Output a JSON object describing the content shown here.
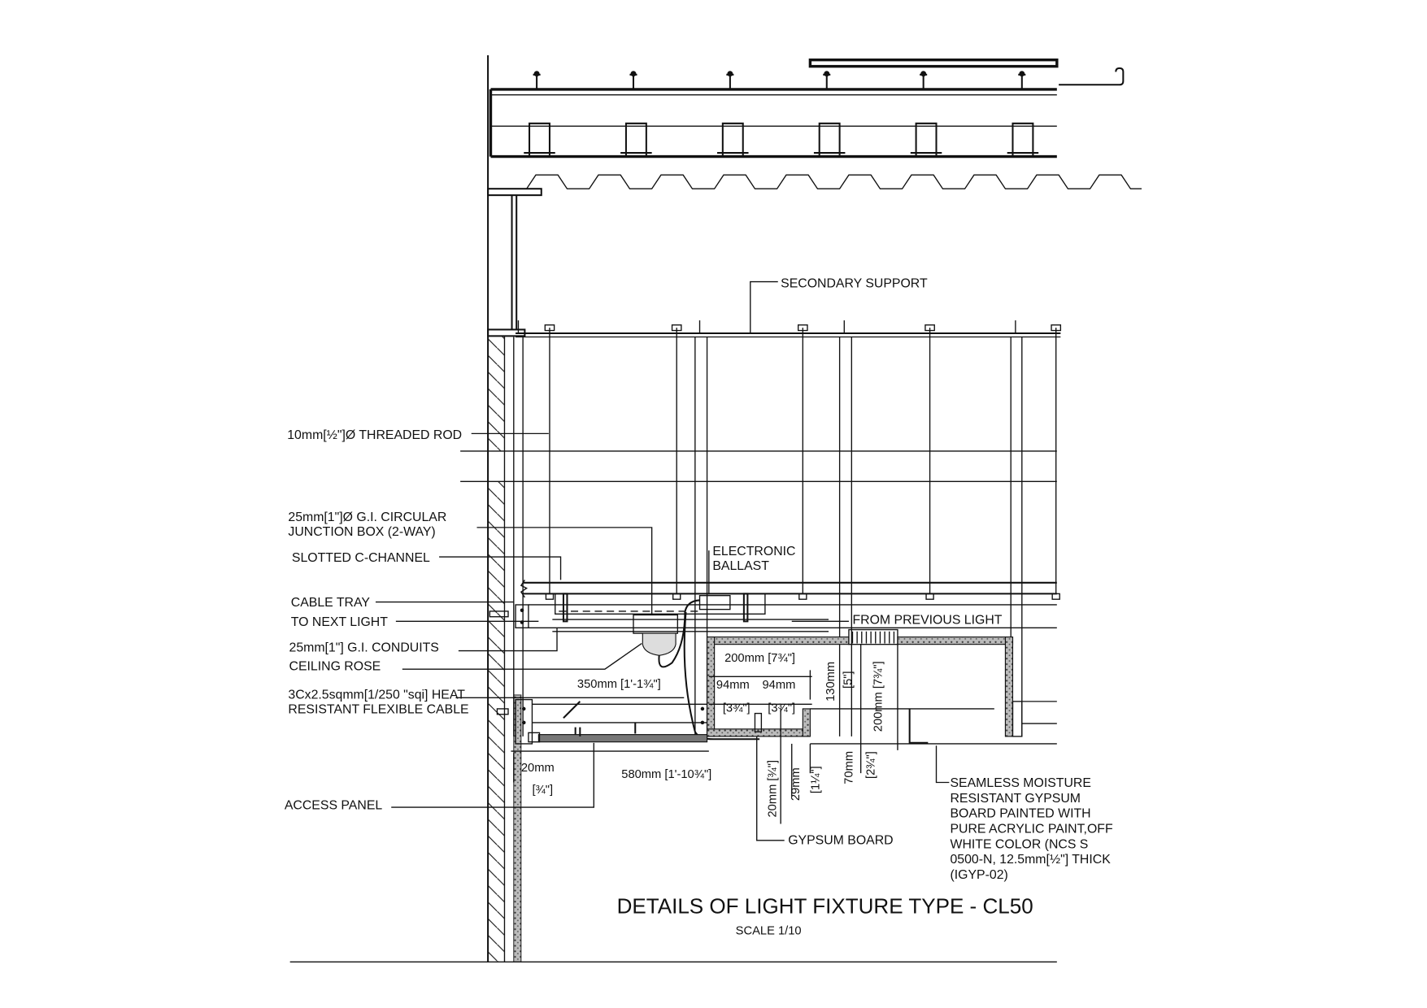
{
  "title": "DETAILS OF LIGHT FIXTURE TYPE - CL50",
  "scale": "SCALE 1/10",
  "labels": {
    "secondary_support": "SECONDARY SUPPORT",
    "threaded_rod": "10mm[½\"]Ø THREADED ROD",
    "junction_box_1": "25mm[1\"]Ø G.I. CIRCULAR",
    "junction_box_2": "JUNCTION BOX (2-WAY)",
    "c_channel": "SLOTTED C-CHANNEL",
    "ballast_1": "ELECTRONIC",
    "ballast_2": "BALLAST",
    "cable_tray": "CABLE TRAY",
    "to_next_light": "TO NEXT LIGHT",
    "from_previous_light": "FROM PREVIOUS LIGHT",
    "conduits": "25mm[1\"] G.I. CONDUITS",
    "ceiling_rose": "CEILING ROSE",
    "cable_1": "3Cx2.5sqmm[1/250 \"sqi] HEAT",
    "cable_2": "RESISTANT FLEXIBLE CABLE",
    "access_panel": "ACCESS PANEL",
    "gypsum_board": "GYPSUM BOARD",
    "seamless": [
      "SEAMLESS MOISTURE",
      "RESISTANT GYPSUM",
      "BOARD PAINTED WITH",
      "PURE ACRYLIC PAINT,OFF",
      "WHITE COLOR (NCS S",
      "0500-N, 12.5mm[½\"] THICK",
      "(IGYP-02)"
    ]
  },
  "dimensions": {
    "d200_top": "200mm [7¾\"]",
    "d94_a": "94mm",
    "d94_b": "94mm",
    "d94_a_in": "[3¾\"]",
    "d94_b_in": "[3¾\"]",
    "d350": "350mm [1'-1¾\"]",
    "d580": "580mm [1'-10¾\"]",
    "d20_left": "20mm",
    "d20_left_in": "[¾\"]",
    "d130": "130mm",
    "d130_in": "[5\"]",
    "d200_v": "200mm [7¾\"]",
    "d20_v": "20mm [¾\"]",
    "d29": "29mm",
    "d29_in": "[1¼\"]",
    "d70": "70mm",
    "d70_in": "[2¾\"]"
  }
}
